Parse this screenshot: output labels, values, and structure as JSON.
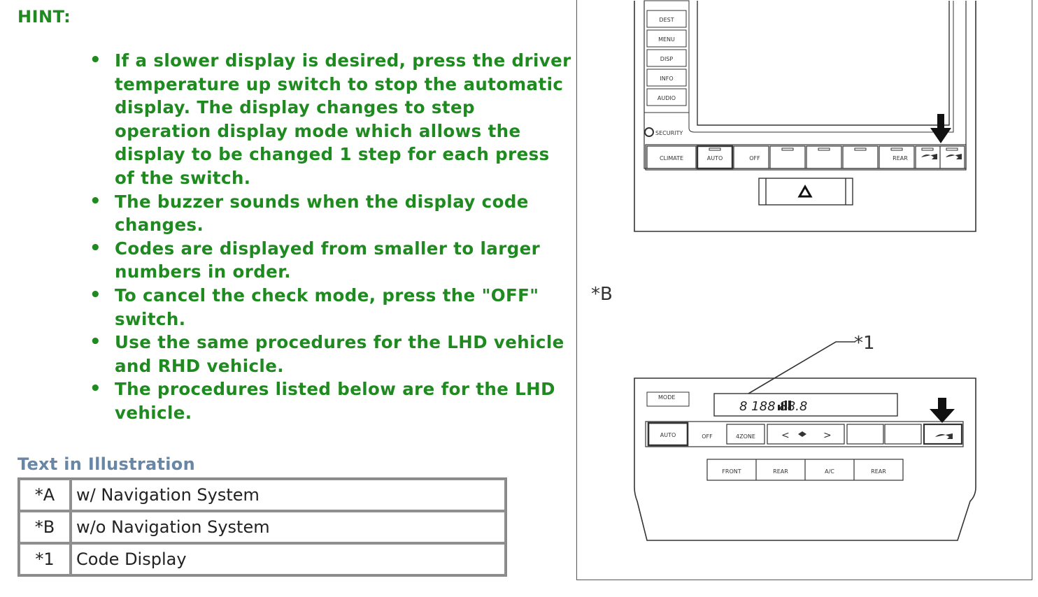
{
  "hint": {
    "title": "HINT:",
    "items": [
      "If a slower display is desired, press the driver temperature up switch to stop the automatic display. The display changes to step operation display mode which allows the display to be changed 1 step for each press of the switch.",
      "The buzzer sounds when the display code changes.",
      "Codes are displayed from smaller to larger numbers in order.",
      "To cancel the check mode, press the \"OFF\" switch.",
      "Use the same procedures for the LHD vehicle and RHD vehicle.",
      "The procedures listed below are for the LHD vehicle."
    ]
  },
  "illustration_text": {
    "title": "Text in Illustration",
    "rows": [
      {
        "code": "*A",
        "label": "w/ Navigation System"
      },
      {
        "code": "*B",
        "label": "w/o Navigation System"
      },
      {
        "code": "*1",
        "label": "Code Display"
      }
    ]
  },
  "figure": {
    "label_b": "*B",
    "label_1": "*1",
    "nav_side_buttons": [
      "DEST",
      "MENU",
      "DISP",
      "INFO",
      "AUDIO"
    ],
    "security_label": "SECURITY",
    "nav_bottom_buttons": [
      "CLIMATE",
      "AUTO",
      "OFF",
      "",
      "",
      "",
      "REAR",
      "",
      ""
    ],
    "lcd_text": "8  188  88.8",
    "mode_label": "MODE",
    "panel_b_row1": [
      "AUTO",
      "OFF",
      "4ZONE",
      "<",
      ">",
      "",
      "",
      ""
    ],
    "panel_b_row2": [
      "FRONT",
      "REAR",
      "A/C",
      "REAR"
    ]
  }
}
